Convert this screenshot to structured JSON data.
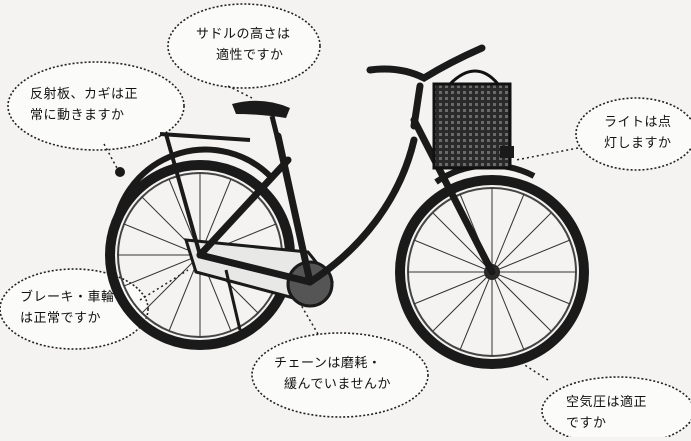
{
  "callouts": {
    "saddle": {
      "line1": "サドルの高さは",
      "line2": "適性ですか"
    },
    "reflector": {
      "line1": "反射板、カギは正",
      "line2": "常に動きますか"
    },
    "light": {
      "line1": "ライトは点",
      "line2": "灯しますか"
    },
    "brake": {
      "line1": "ブレーキ・車輪",
      "line2": "は正常ですか"
    },
    "chain": {
      "line1": "チェーンは磨耗・",
      "line2": "緩んでいませんか"
    },
    "tire": {
      "line1": "空気圧は適正",
      "line2": "ですか"
    }
  }
}
